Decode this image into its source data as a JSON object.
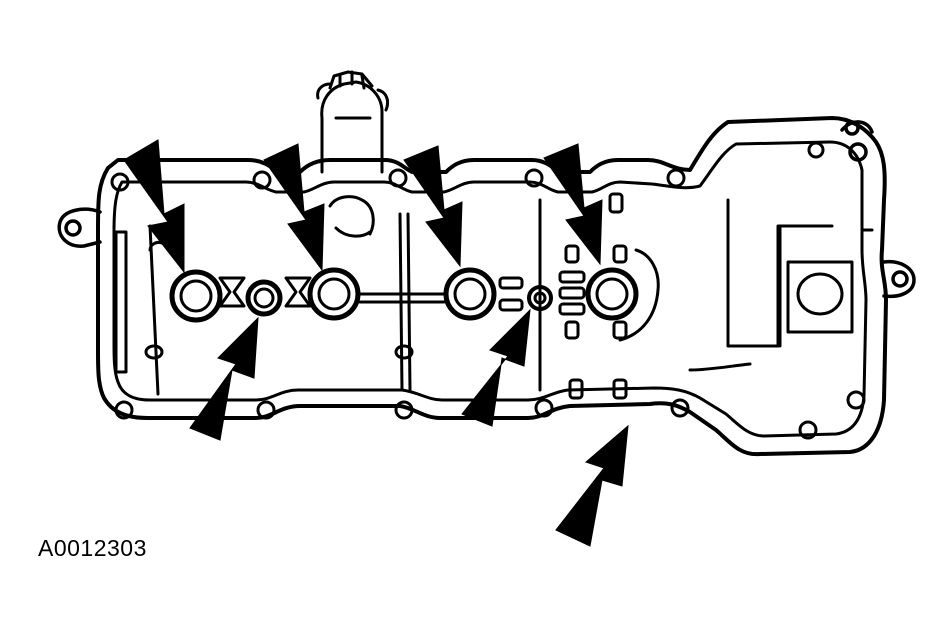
{
  "figure": {
    "code": "A0012303",
    "ink_color": "#000000",
    "paper_color": "#ffffff"
  },
  "callouts": [
    {
      "id": "arrow-seal-1",
      "points_to": "spark-plug-tube-seal"
    },
    {
      "id": "arrow-seal-2",
      "points_to": "spark-plug-tube-seal"
    },
    {
      "id": "arrow-seal-3",
      "points_to": "spark-plug-tube-seal"
    },
    {
      "id": "arrow-seal-4",
      "points_to": "spark-plug-tube-seal"
    },
    {
      "id": "arrow-small-seal-1",
      "points_to": "small-seal"
    },
    {
      "id": "arrow-small-seal-2",
      "points_to": "small-seal"
    },
    {
      "id": "arrow-gasket",
      "points_to": "perimeter-gasket"
    }
  ]
}
